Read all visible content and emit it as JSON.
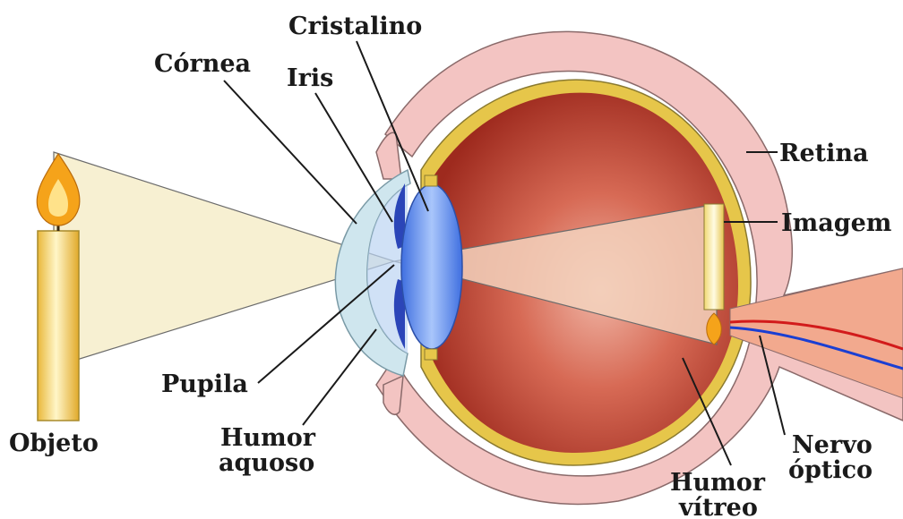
{
  "labels": {
    "cornea": "Córnea",
    "cristalino": "Cristalino",
    "iris": "Iris",
    "retina": "Retina",
    "imagem": "Imagem",
    "pupila": "Pupila",
    "humor_aquoso_1": "Humor",
    "humor_aquoso_2": "aquoso",
    "objeto": "Objeto",
    "humor_vitreo_1": "Humor",
    "humor_vitreo_2": "vítreo",
    "nervo_optico_1": "Nervo",
    "nervo_optico_2": "óptico"
  },
  "colors": {
    "sclera": "#f3c4c2",
    "sclera_outline": "#8a6a6a",
    "choroid": "#e6c64a",
    "vitreous_center": "#e7a79a",
    "vitreous_edge": "#a63022",
    "lens": "#5b8ef2",
    "cornea": "#cfe6ee",
    "iris": "#2b45b8",
    "light_cone": "#f7f0d2",
    "candle": "#f1d56a",
    "flame": "#f5a31a",
    "nerve_red": "#d21b1b",
    "nerve_blue": "#1b3fd2"
  },
  "icons": [
    "candle-icon",
    "flame-icon",
    "eye-cross-section"
  ]
}
